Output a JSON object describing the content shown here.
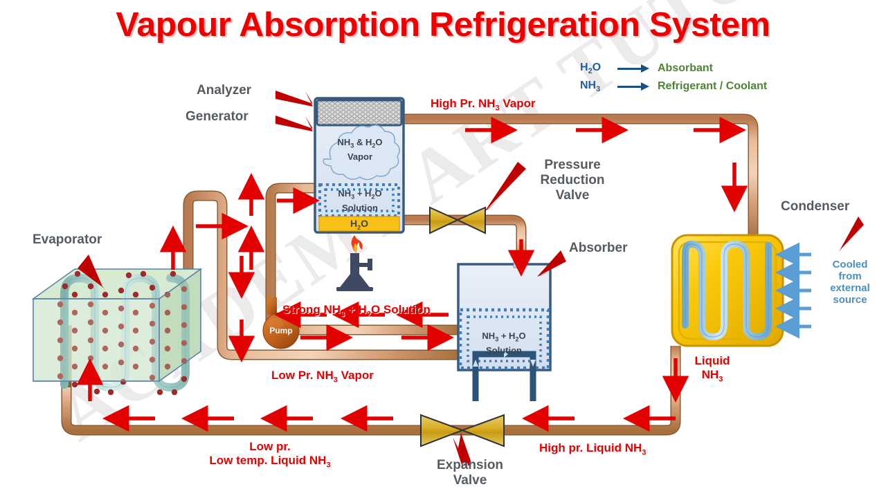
{
  "title": "Vapour Absorption Refrigeration System",
  "watermark": "ACADEMY ART TUTORIALS",
  "legend": {
    "rows": [
      {
        "key_html": "H2O",
        "key_base": "H",
        "key_sub": "2",
        "key_tail": "O",
        "value": "Absorbant",
        "arrow": "right-arrow-icon"
      },
      {
        "key_html": "NH3",
        "key_base": "NH",
        "key_sub": "3",
        "key_tail": "",
        "value": "Refrigerant / Coolant",
        "arrow": "right-arrow-icon"
      }
    ],
    "key_color": "#1f5fa8",
    "value_color": "#4d8434",
    "arrow_color": "#1b4f82"
  },
  "components": {
    "analyzer": "Analyzer",
    "generator": "Generator",
    "evaporator": "Evaporator",
    "condenser": "Condenser",
    "absorber": "Absorber",
    "pressure_reduction_valve": "Pressure\nReduction\nValve",
    "pressure_reduction_valve_l1": "Pressure",
    "pressure_reduction_valve_l2": "Reduction",
    "pressure_reduction_valve_l3": "Valve",
    "expansion_valve_l1": "Expansion",
    "expansion_valve_l2": "Valve",
    "pump": "Pump"
  },
  "vessel_text": {
    "generator_vapor_l1_a": "NH",
    "generator_vapor_l1_sub": "3",
    "generator_vapor_l1_b": " & H",
    "generator_vapor_l1_sub2": "2",
    "generator_vapor_l1_c": "O",
    "generator_vapor_l2": "Vapor",
    "generator_solution_l2": "Solution",
    "generator_bottom": "H2O",
    "absorber_solution_l2": "Solution"
  },
  "flow_labels": {
    "high_pr_nh3_vapor": "High Pr. NH3 Vapor",
    "strong_solution": "Strong NH3 + H2O Solution",
    "low_pr_nh3_vapor": "Low Pr. NH3 Vapor",
    "liquid_nh3_l1": "Liquid",
    "liquid_nh3_l2": "NH3",
    "high_pr_liquid_nh3": "High pr. Liquid NH3",
    "low_pr_low_temp_l1": "Low pr.",
    "low_pr_low_temp_l2": "Low temp. Liquid NH3"
  },
  "cooling_note": {
    "l1": "Cooled",
    "l2": "from",
    "l3": "external",
    "l4": "source"
  },
  "colors": {
    "title_red": "#ee0000",
    "flow_red": "#e60000",
    "label_grey": "#555b60",
    "pipe_copper": "#d4a07a",
    "pipe_copper_dark": "#a8毛",
    "condenser_yellow": "#f6c512",
    "coil_blue": "#8fc4e8",
    "evaporator_green": "#cfe6cf",
    "vessel_blue": "#dde7f3",
    "vessel_border": "#3a5a7d",
    "pump_orange": "#c4631f",
    "valve_gold": "#d9a825",
    "cool_arrow_blue": "#5b9ed6"
  }
}
